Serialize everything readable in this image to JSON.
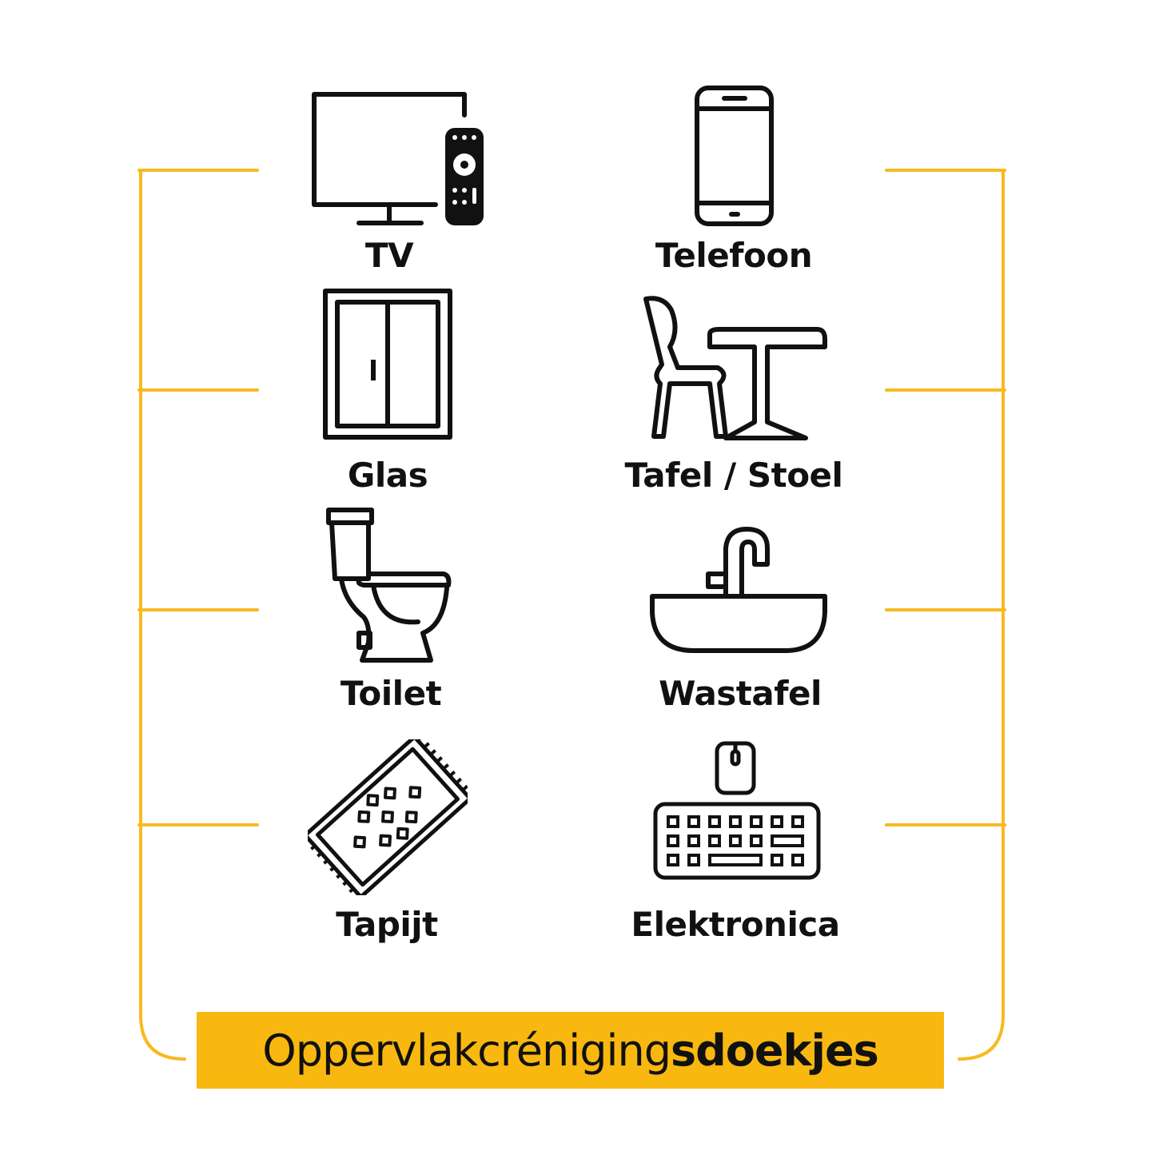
{
  "colors": {
    "accent": "#F9B80F",
    "bracket": "#F7BA1E",
    "ink": "#111111",
    "background": "#FFFFFF"
  },
  "items": [
    {
      "label": "TV",
      "icon": "tv-with-remote-icon"
    },
    {
      "label": "Telefoon",
      "icon": "smartphone-icon"
    },
    {
      "label": "Glas",
      "icon": "window-icon"
    },
    {
      "label": "Tafel / Stoel",
      "icon": "table-chair-icon"
    },
    {
      "label": "Toilet",
      "icon": "toilet-icon"
    },
    {
      "label": "Wastafel",
      "icon": "sink-icon"
    },
    {
      "label": "Tapijt",
      "icon": "rug-icon"
    },
    {
      "label": "Elektronica",
      "icon": "keyboard-mouse-icon"
    }
  ],
  "banner": {
    "light": "Oppervlakcréniging",
    "bold": "sdoekjes"
  }
}
